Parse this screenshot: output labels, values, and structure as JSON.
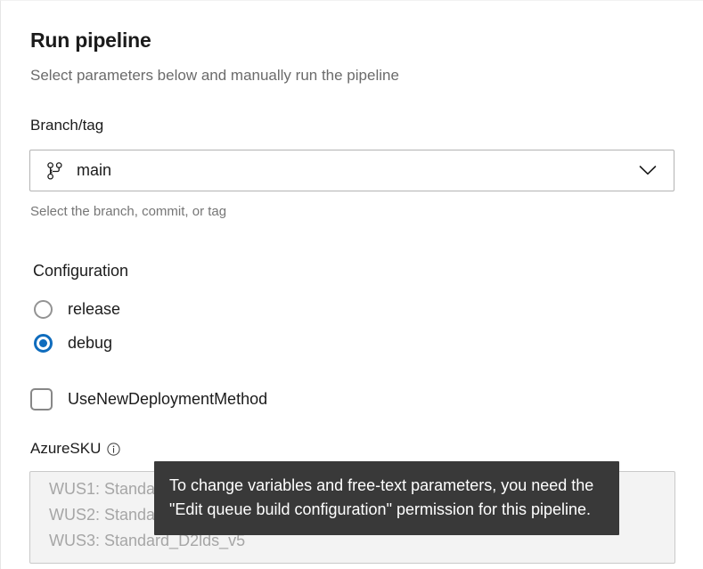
{
  "panel": {
    "title": "Run pipeline",
    "subtitle": "Select parameters below and manually run the pipeline"
  },
  "branch": {
    "label": "Branch/tag",
    "icon": "git-branch-icon",
    "value": "main",
    "chevron_icon": "chevron-down-icon",
    "help_text": "Select the branch, commit, or tag"
  },
  "configuration": {
    "heading": "Configuration",
    "options": [
      {
        "label": "release",
        "checked": false
      },
      {
        "label": "debug",
        "checked": true
      }
    ]
  },
  "checkboxes": [
    {
      "label": "UseNewDeploymentMethod",
      "checked": false
    }
  ],
  "azuresku": {
    "label": "AzureSKU",
    "info_icon": "info-icon",
    "options": [
      "WUS1: Standard_D2lds_v5",
      "WUS2: Standard_D2lds_v5",
      "WUS3: Standard_D2lds_v5"
    ]
  },
  "tooltip": {
    "text": "To change variables and free-text parameters, you need the \"Edit queue build configuration\" permission for this pipeline."
  },
  "colors": {
    "accent_blue": "#0f6cbd",
    "text_primary": "#1b1b1b",
    "text_secondary": "#6b6b6b",
    "text_muted": "#a6a6a6",
    "tooltip_bg": "#393939",
    "listbox_bg": "#f3f3f3",
    "border": "#b3b3b3"
  }
}
